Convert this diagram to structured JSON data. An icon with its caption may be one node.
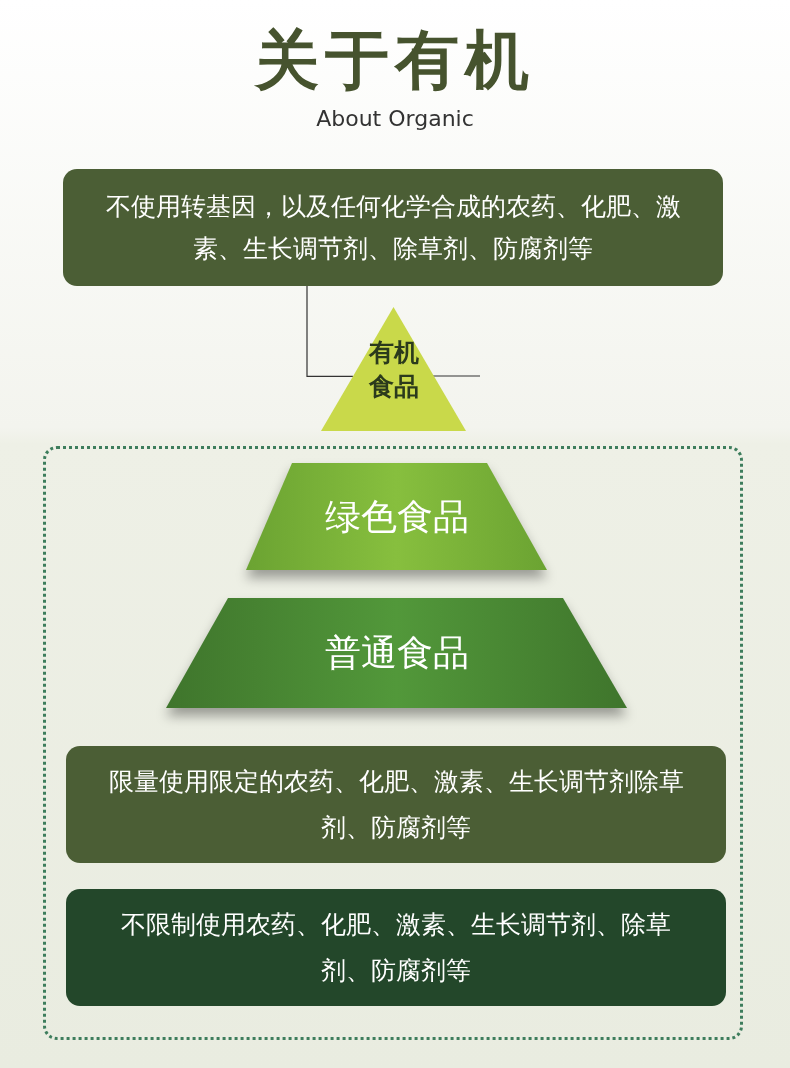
{
  "diagram": {
    "title": "关于有机",
    "nodes": [
      {
        "text": [
          "不使用转基因，以及任何化学合成的农药、化肥、激素、生长调节剂、除草剂、防腐剂等"
        ]
      },
      {
        "text": [
          "有机食品"
        ]
      },
      {
        "text": [],
        "shape": "box"
      },
      {
        "text": [
          "绿色食品"
        ],
        "in": 2
      },
      {
        "text": [
          "普通食品"
        ],
        "in": 2
      },
      {
        "text": [
          "限量使用限定的农药、化肥、激素、生长调节剂除草剂、防腐剂等"
        ],
        "in": 2
      },
      {
        "text": [
          "不限制使用农药、化肥、激素、生长调节剂、除草剂、防腐剂等"
        ],
        "in": 2
      }
    ],
    "edges": [
      {
        "from": 0,
        "to": 1,
        "arrow": "none"
      }
    ],
    "labels": [
      "About Organic"
    ]
  }
}
